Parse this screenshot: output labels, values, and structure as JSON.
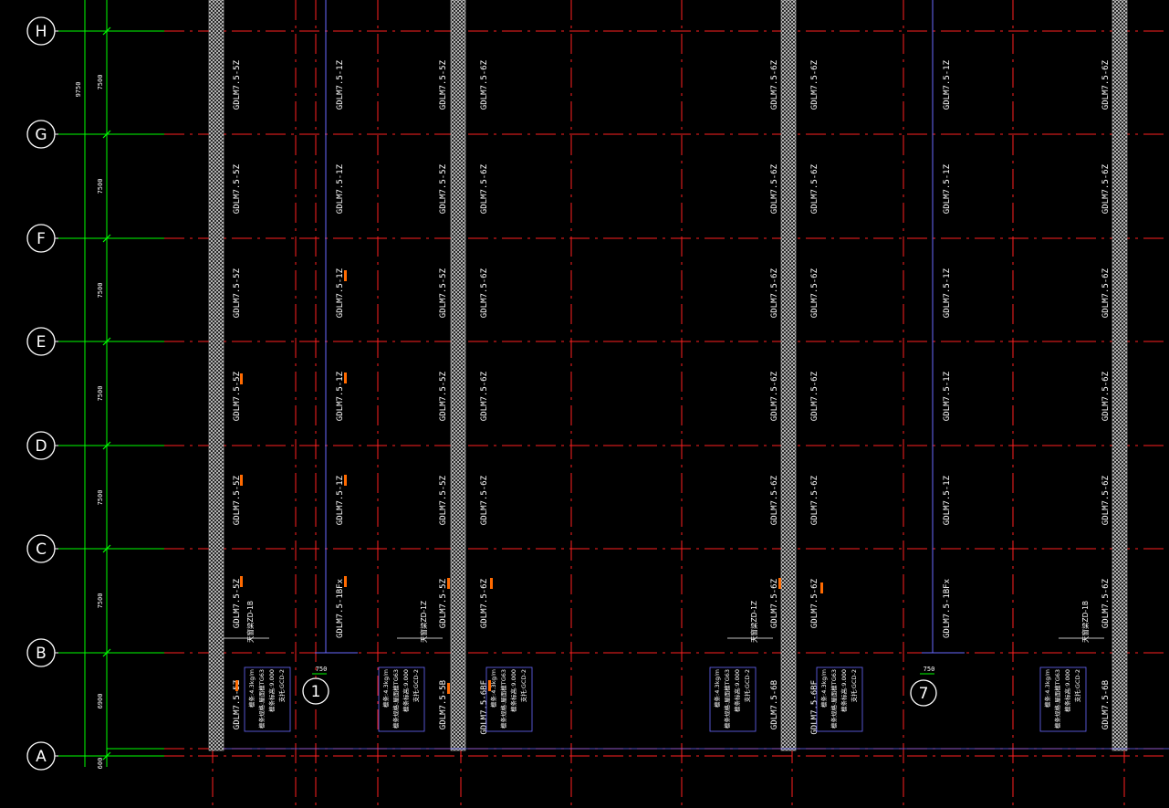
{
  "grid_rows": [
    {
      "label": "H"
    },
    {
      "label": "G"
    },
    {
      "label": "F"
    },
    {
      "label": "E"
    },
    {
      "label": "D"
    },
    {
      "label": "C"
    },
    {
      "label": "B"
    },
    {
      "label": "A"
    }
  ],
  "column_axis_labels": [
    "1",
    "7"
  ],
  "dimensions": {
    "overall": "9750",
    "spacings": [
      "7500",
      "7500",
      "7500",
      "7500",
      "7500",
      "7500",
      "6900",
      "600"
    ],
    "offset_left": "750",
    "offset_right": "750"
  },
  "columns": [
    {
      "labels": [
        "GDLM7.5-5Z",
        "GDLM7.5-5Z",
        "GDLM7.5-5Z",
        "GDLM7.5-5Z",
        "GDLM7.5-5Z",
        "GDLM7.5-5Z"
      ],
      "bottom": "GDLM7.5-5Z"
    },
    {
      "labels": [
        "GDLM7.5-1Z",
        "GDLM7.5-1Z",
        "GDLM7.5-1Z",
        "GDLM7.5-1Z",
        "GDLM7.5-1Z",
        "GDLM7.5-1BFx"
      ],
      "bottom": ""
    },
    {
      "labels": [
        "GDLM7.5-5Z",
        "GDLM7.5-5Z",
        "GDLM7.5-5Z",
        "GDLM7.5-5Z",
        "GDLM7.5-5Z",
        "GDLM7.5-5Z"
      ],
      "bottom": "GDLM7.5-5B"
    },
    {
      "labels": [
        "GDLM7.5-6Z",
        "GDLM7.5-6Z",
        "GDLM7.5-6Z",
        "GDLM7.5-6Z",
        "GDLM7.5-6Z",
        "GDLM7.5-6Z"
      ],
      "bottom": "GDLM7.5-6BF"
    },
    {
      "labels": [
        "GDLM7.5-6Z",
        "GDLM7.5-6Z",
        "GDLM7.5-6Z",
        "GDLM7.5-6Z",
        "GDLM7.5-6Z",
        "GDLM7.5-6Z"
      ],
      "bottom": "GDLM7.5-6B"
    },
    {
      "labels": [
        "GDLM7.5-6Z",
        "GDLM7.5-6Z",
        "GDLM7.5-6Z",
        "GDLM7.5-6Z",
        "GDLM7.5-6Z",
        "GDLM7.5-6Z"
      ],
      "bottom": "GDLM7.5-6BF"
    },
    {
      "labels": [
        "GDLM7.5-1Z",
        "GDLM7.5-1Z",
        "GDLM7.5-1Z",
        "GDLM7.5-1Z",
        "GDLM7.5-1Z",
        "GDLM7.5-1BFx"
      ],
      "bottom": ""
    },
    {
      "labels": [
        "GDLM7.5-6Z",
        "GDLM7.5-6Z",
        "GDLM7.5-6Z",
        "GDLM7.5-6Z",
        "GDLM7.5-6Z",
        "GDLM7.5-6Z"
      ],
      "bottom": "GDLM7.5-6B"
    }
  ],
  "beam_tags": [
    "天窗梁ZD-1B",
    "天窗梁ZD-1Z",
    "天窗梁ZD-1Z",
    "天窗梁ZD-1B"
  ],
  "note_block": {
    "lines": [
      "檩条:4.3kg/m",
      "檩条规格:屋面檩TG63",
      "檩条标高:9.000",
      "支托:GCD-2"
    ]
  },
  "colors": {
    "background": "#000000",
    "axis_line": "#ff2020",
    "dimension_line": "#00ff00",
    "wall_hatch": "#c8c8c8",
    "text": "#ffffff",
    "marker": "#ff6a00",
    "blue_line": "#6a6aff"
  }
}
